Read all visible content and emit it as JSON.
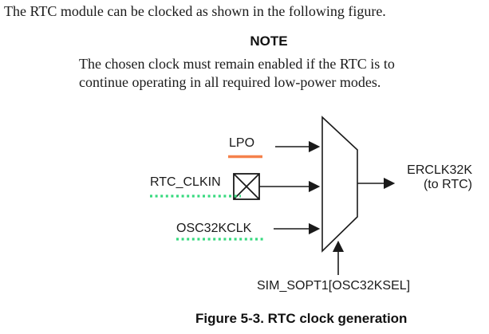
{
  "intro": "The RTC module can be clocked as shown in the following figure.",
  "note": {
    "title": "NOTE",
    "lines": [
      "The chosen clock must remain enabled if the RTC is to",
      "continue operating in all required low-power modes."
    ]
  },
  "diagram": {
    "inputs": [
      {
        "label": "LPO",
        "underline_style": "solid-orange-link"
      },
      {
        "label": "RTC_CLKIN",
        "underline_style": "dotted-green-link"
      },
      {
        "label": "OSC32KCLK",
        "underline_style": "dotted-green-link"
      }
    ],
    "pin_icon": "crossed-box-pin-icon",
    "mux_icon": "multiplexer-trapezoid",
    "output": {
      "line1": "ERCLK32K",
      "line2": "(to RTC)"
    },
    "select_label": "SIM_SOPT1[OSC32KSEL]"
  },
  "caption": "Figure 5-3. RTC clock generation",
  "colors": {
    "link_underline_orange": "#f5814b",
    "glossary_underline_green": "#38d97f",
    "ink": "#1a1a1a"
  }
}
